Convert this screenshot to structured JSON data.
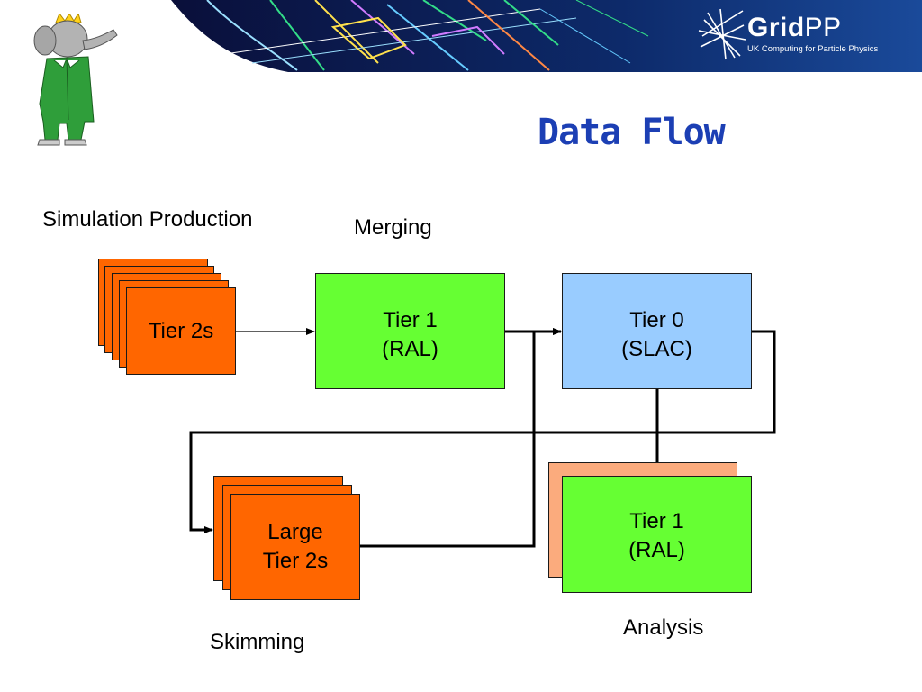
{
  "brand": {
    "name_bold": "Grid",
    "name_light": "PP",
    "subtitle": "UK Computing for Particle Physics"
  },
  "title": "Data Flow",
  "labels": {
    "simulation": "Simulation Production",
    "merging": "Merging",
    "skimming": "Skimming",
    "analysis": "Analysis"
  },
  "nodes": {
    "tier2s": {
      "line1": "Tier 2s"
    },
    "tier1_merge": {
      "line1": "Tier 1",
      "line2": "(RAL)"
    },
    "tier0": {
      "line1": "Tier 0",
      "line2": "(SLAC)"
    },
    "large_tier2s": {
      "line1": "Large",
      "line2": "Tier 2s"
    },
    "tier1_analysis": {
      "line1": "Tier 1",
      "line2": "(RAL)"
    }
  },
  "colors": {
    "tier2": "#ff6600",
    "tier1": "#66ff33",
    "tier0": "#99ccff",
    "analysis_back": "#fbab7d",
    "title": "#1c3fb4",
    "banner": "#0b1f5c"
  },
  "icons": [
    "elephant-mascot-icon",
    "gridpp-logo-icon",
    "particle-tracks-image"
  ]
}
